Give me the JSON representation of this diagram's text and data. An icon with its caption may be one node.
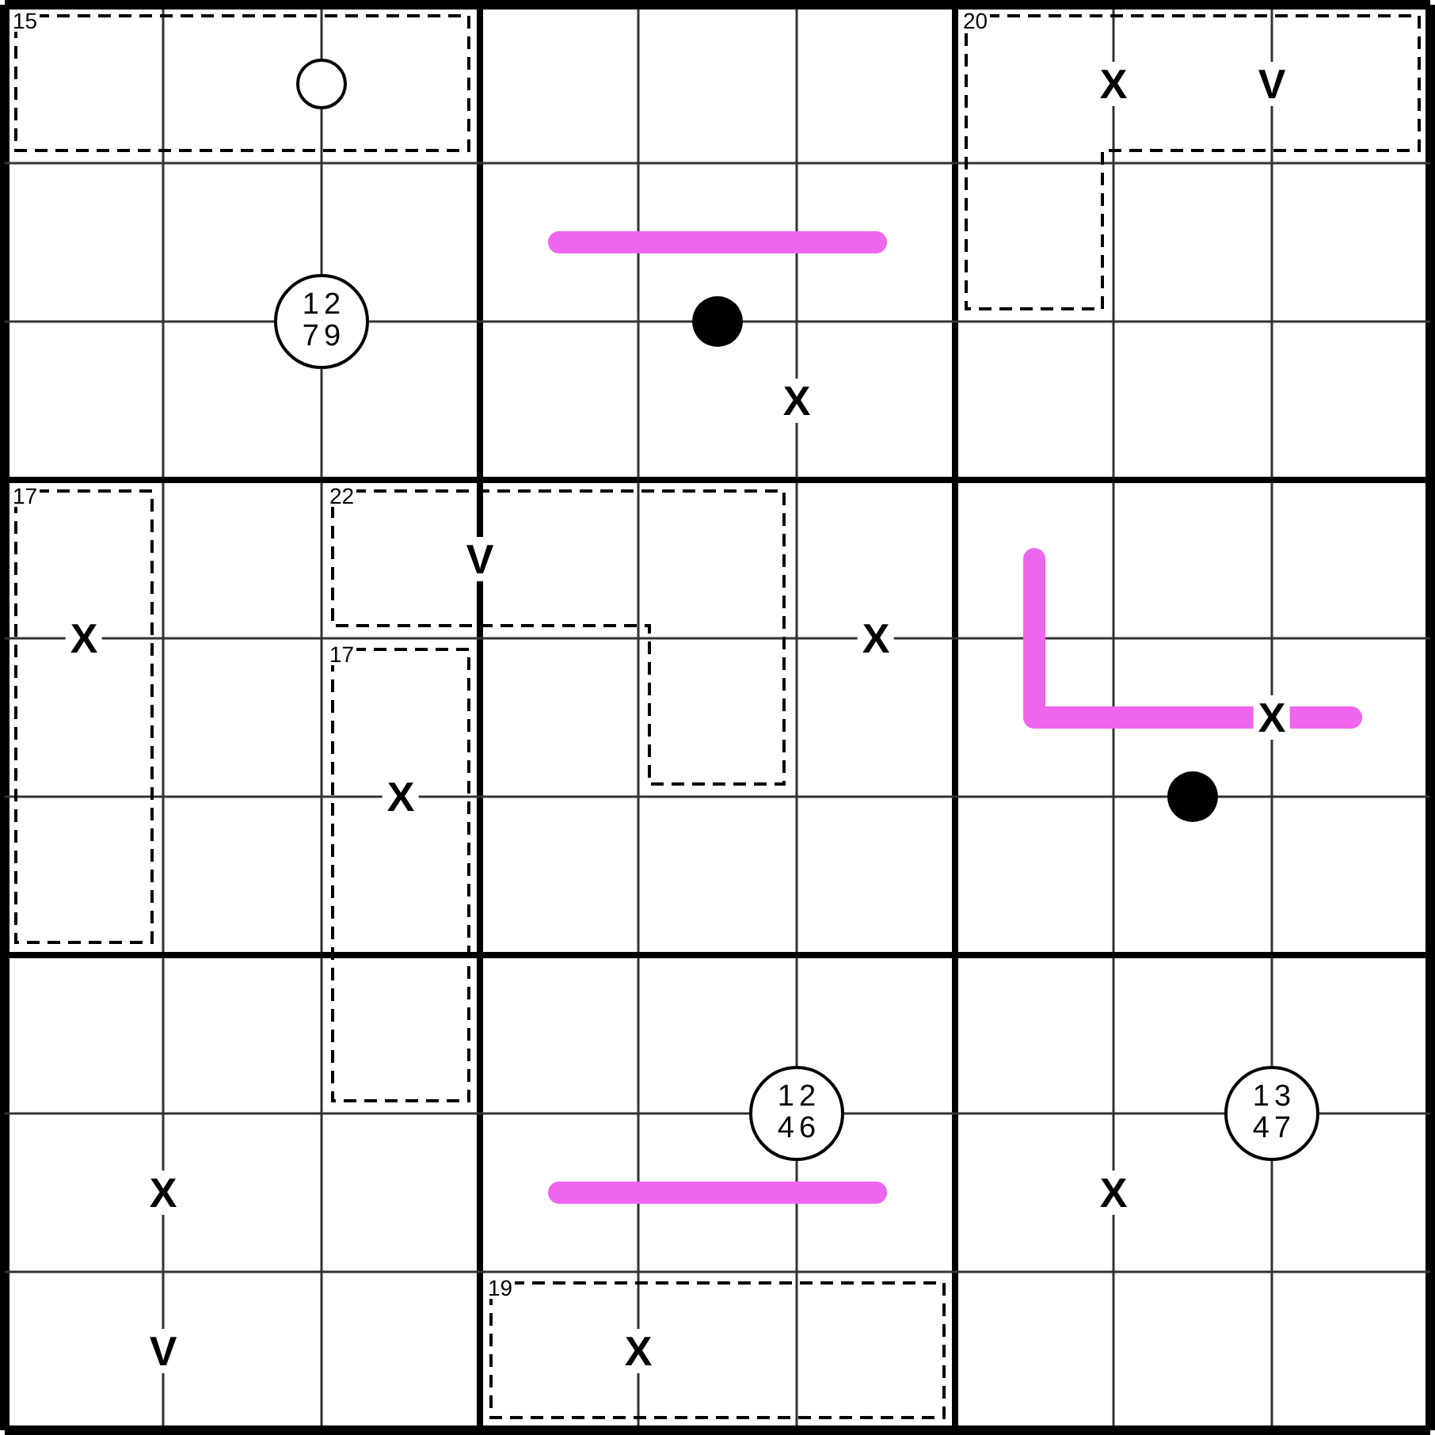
{
  "diagram": {
    "nodes": [
      {
        "text": [
          "15"
        ]
      },
      {
        "text": [],
        "shape": "circle",
        "in": 0
      },
      {
        "text": [
          "20"
        ]
      },
      {
        "text": [
          "12 79"
        ]
      },
      {
        "text": [],
        "shape": "dot"
      },
      {
        "text": [
          "17"
        ]
      },
      {
        "text": [
          "22"
        ]
      },
      {
        "text": [
          "17"
        ]
      },
      {
        "text": [],
        "shape": "dot"
      },
      {
        "text": [
          "12 46"
        ]
      },
      {
        "text": [
          "13 47"
        ]
      },
      {
        "text": [
          "19"
        ]
      }
    ],
    "labels": [
      "X",
      "V",
      "X",
      "V",
      "X",
      "X",
      "X",
      "X",
      "X",
      "X",
      "V",
      "X"
    ]
  }
}
